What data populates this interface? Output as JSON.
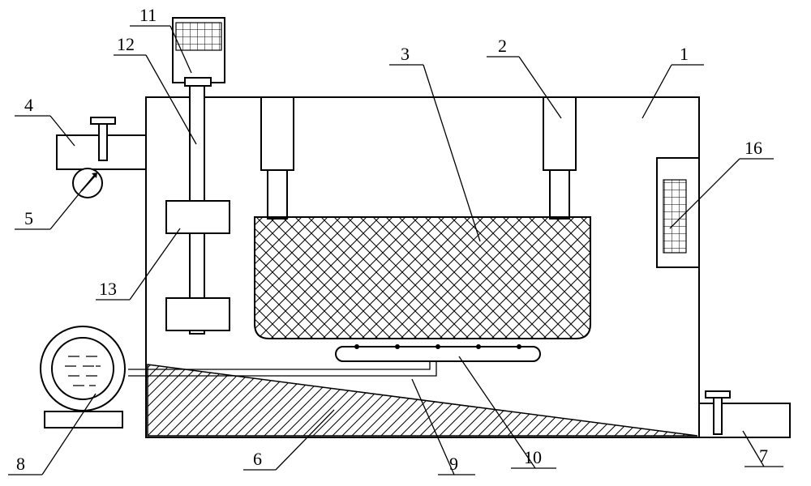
{
  "figure": {
    "parts": [
      {
        "id": "1",
        "label": "1"
      },
      {
        "id": "2",
        "label": "2"
      },
      {
        "id": "3",
        "label": "3"
      },
      {
        "id": "4",
        "label": "4"
      },
      {
        "id": "5",
        "label": "5"
      },
      {
        "id": "6",
        "label": "6"
      },
      {
        "id": "7",
        "label": "7"
      },
      {
        "id": "8",
        "label": "8"
      },
      {
        "id": "9",
        "label": "9"
      },
      {
        "id": "10",
        "label": "10"
      },
      {
        "id": "11",
        "label": "11"
      },
      {
        "id": "12",
        "label": "12"
      },
      {
        "id": "13",
        "label": "13"
      },
      {
        "id": "16",
        "label": "16"
      }
    ]
  }
}
